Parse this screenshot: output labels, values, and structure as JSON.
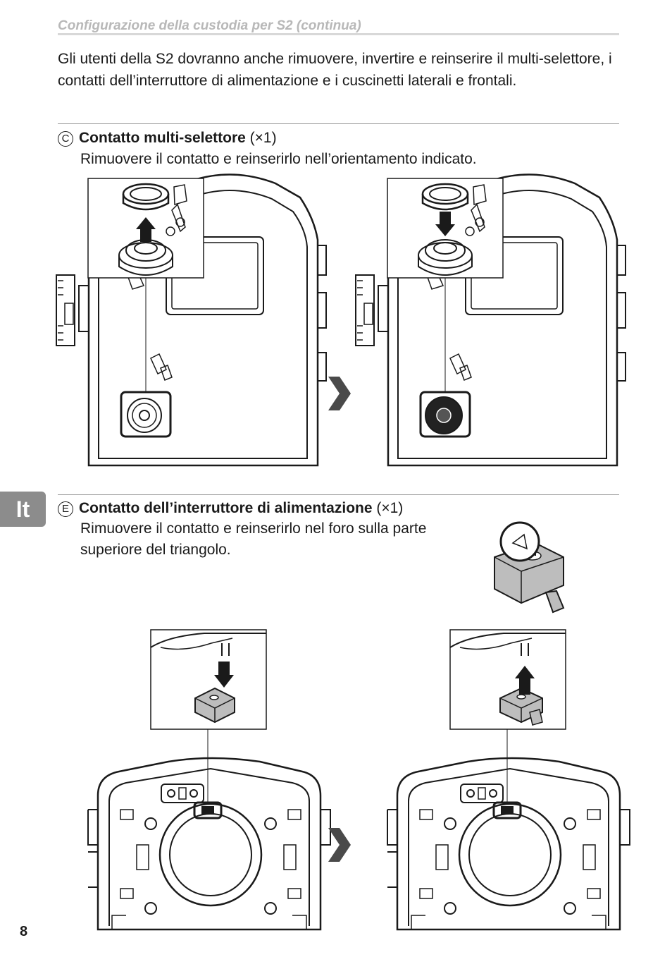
{
  "header": {
    "running_title": "Configurazione della custodia per S2 (continua)"
  },
  "intro": {
    "text": "Gli utenti della S2 dovranno anche rimuovere, invertire e reinserire il multi-selettore, i contatti dell’interruttore di alimentazione e i cuscinetti laterali e frontali."
  },
  "sections": [
    {
      "marker": "C",
      "title": "Contatto multi-selettore",
      "qty": " (×1)",
      "description": "Rimuovere il contatto e reinserirlo nell’orientamento indicato."
    },
    {
      "marker": "E",
      "title": "Contatto dell’interruttore di alimentazione",
      "qty": " (×1)",
      "description": "Rimuovere il contatto e reinserirlo nel foro sulla parte superiore del triangolo."
    }
  ],
  "side_tab": {
    "label": "It"
  },
  "page": {
    "number": "8"
  }
}
